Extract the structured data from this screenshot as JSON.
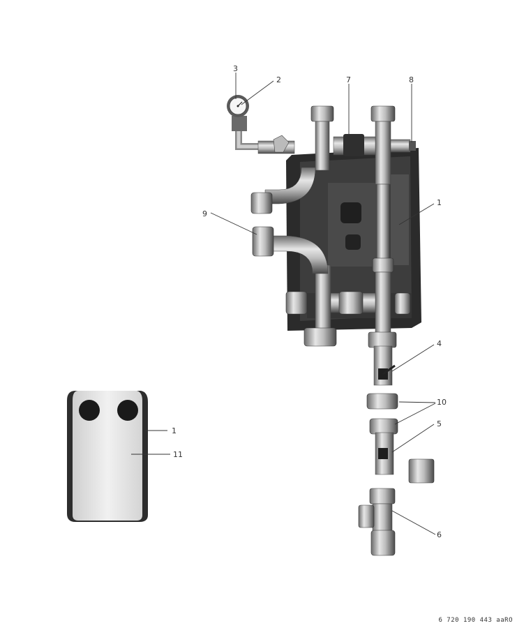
{
  "labels": {
    "c1": "1",
    "c2": "2",
    "c3": "3",
    "c4": "4",
    "c5": "5",
    "c6": "6",
    "c7": "7",
    "c8": "8",
    "c9": "9",
    "c10": "10",
    "c11": "11",
    "c1b": "1"
  },
  "reference": "6 720 190 443 aaRO"
}
